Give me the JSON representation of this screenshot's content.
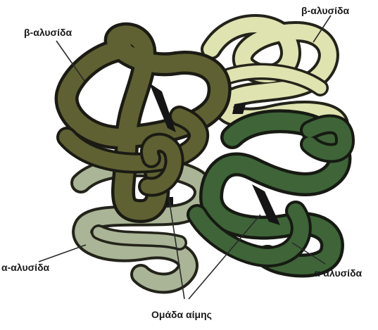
{
  "labels": {
    "beta_left": "β-αλυσίδα",
    "beta_right": "β-αλυσίδα",
    "alpha_left": "α-αλυσίδα",
    "alpha_right": "α-αλυσίδα",
    "heme": "Ομάδα αίμης"
  },
  "colors": {
    "beta_left_chain": "#5f6132",
    "beta_right_chain": "#dfe3b0",
    "alpha_left_chain": "#a9b596",
    "alpha_right_chain": "#3e6438",
    "heme_group": "#151515",
    "outline": "#1b1b14"
  }
}
